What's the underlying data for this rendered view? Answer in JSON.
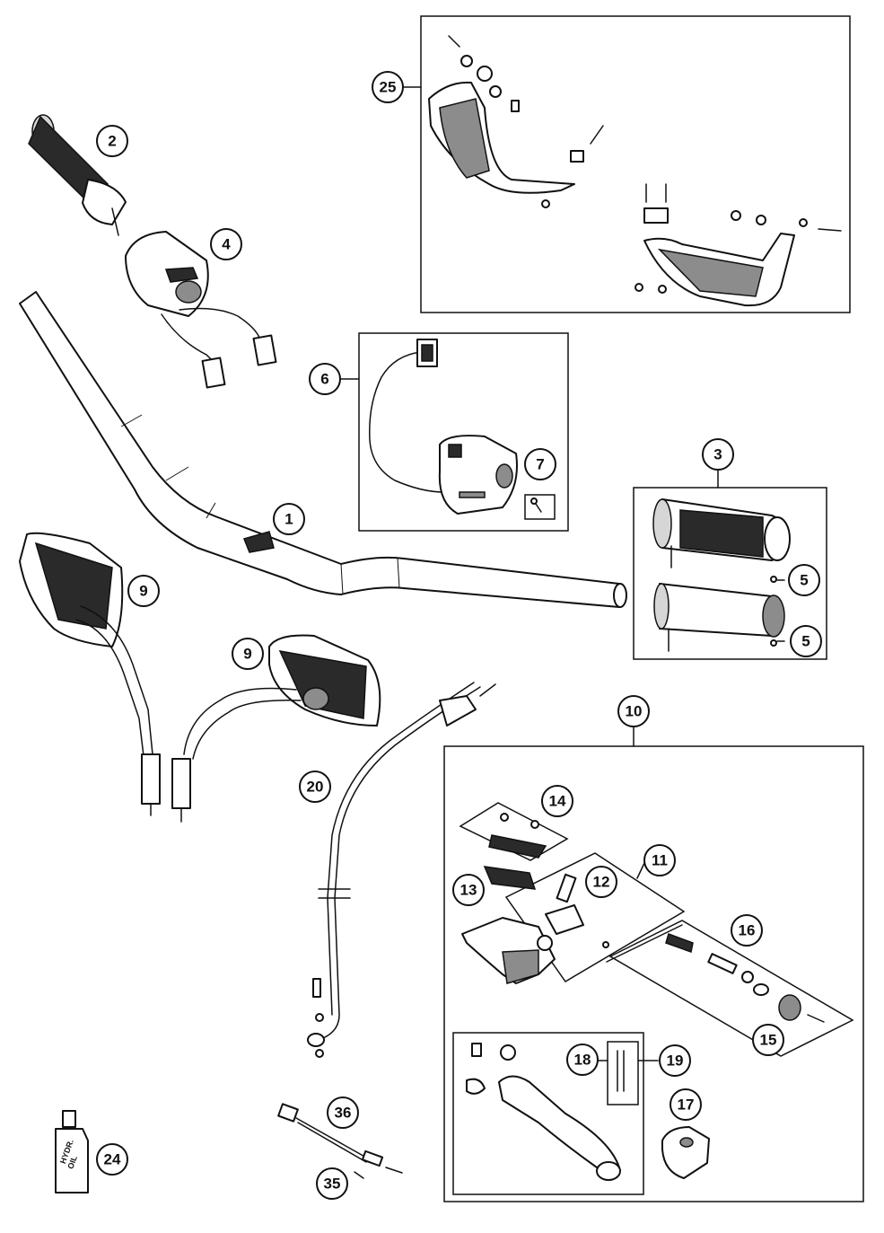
{
  "callouts": {
    "c1": "1",
    "c2": "2",
    "c3": "3",
    "c4": "4",
    "c5a": "5",
    "c5b": "5",
    "c6": "6",
    "c7": "7",
    "c9a": "9",
    "c9b": "9",
    "c10": "10",
    "c11": "11",
    "c12": "12",
    "c13": "13",
    "c14": "14",
    "c15": "15",
    "c16": "16",
    "c17": "17",
    "c18": "18",
    "c19": "19",
    "c20": "20",
    "c24": "24",
    "c25": "25",
    "c35": "35",
    "c36": "36"
  },
  "bottle_label_line1": "HYDR.",
  "bottle_label_line2": "OIL",
  "colors": {
    "ink": "#111111",
    "background": "#ffffff",
    "shade": "#8c8c8c"
  }
}
